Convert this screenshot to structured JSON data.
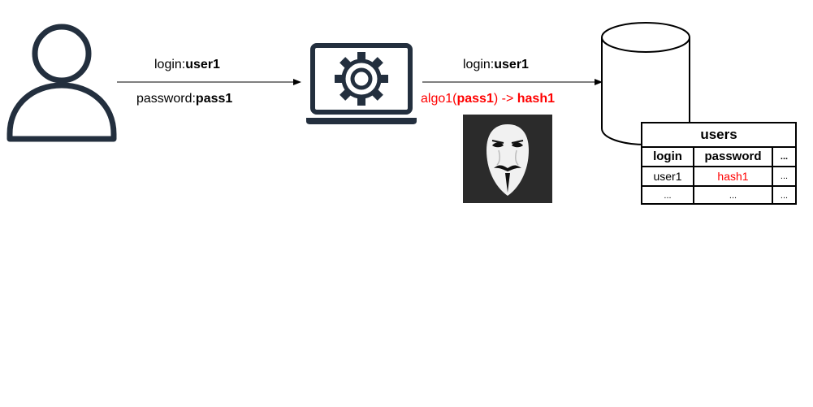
{
  "left_arrow": {
    "login_prefix": "login:",
    "login_value": "user1",
    "password_prefix": "password:",
    "password_value": "pass1"
  },
  "right_arrow": {
    "login_prefix": "login:",
    "login_value": "user1",
    "algo_prefix": "algo1(",
    "algo_arg": "pass1",
    "algo_mid": ") -> ",
    "algo_result": "hash1"
  },
  "users_table": {
    "title": "users",
    "columns": [
      "login",
      "password",
      "..."
    ],
    "rows": [
      [
        "user1",
        "hash1",
        "..."
      ],
      [
        "...",
        "...",
        "..."
      ]
    ]
  },
  "colors": {
    "icon_stroke": "#232f3e",
    "highlight": "#ff0000",
    "attacker_bg": "#2b2b2b"
  },
  "icons": [
    "user-icon",
    "laptop-gear-icon",
    "database-icon",
    "anonymous-mask-icon"
  ]
}
